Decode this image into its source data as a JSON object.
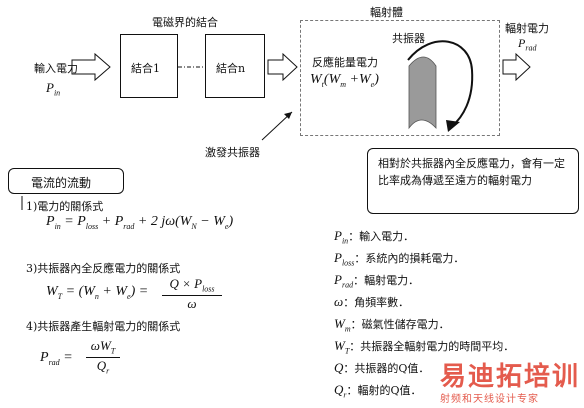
{
  "diagram": {
    "top_labels": {
      "coupling": "電磁界的結合",
      "radiator": "輻射體",
      "resonator": "共振器",
      "radiated_power": "輻射電力",
      "excitation": "激發共振器"
    },
    "input": {
      "label": "輸入電力",
      "symbol": "P",
      "sub": "in"
    },
    "blocks": {
      "coupling1": "結合1",
      "couplingN": "結合n"
    },
    "reactive": {
      "label": "反應能量電力",
      "expr_W": "W",
      "expr_sub_t": "t",
      "expr_Wm": "W",
      "expr_sub_m": "m",
      "expr_We": "W",
      "expr_sub_e": "e"
    },
    "output": {
      "symbol": "P",
      "sub": "rad"
    }
  },
  "current_flow": {
    "title": "電流的流動",
    "note": "相對於共振器內全反應電力，會有一定比率成為傳遞至遠方的輻射電力"
  },
  "equations": {
    "eq1_title": "1)電力的關係式",
    "eq3_title": "3)共振器內全反應電力的關係式",
    "eq4_title": "4)共振器產生輻射電力的關係式"
  },
  "legend": [
    {
      "sym": "P",
      "sub": "in",
      "desc": "：輸入電力．"
    },
    {
      "sym": "P",
      "sub": "loss",
      "desc": "：系統內的損耗電力．"
    },
    {
      "sym": "P",
      "sub": "rad",
      "desc": "：輻射電力．"
    },
    {
      "sym": "ω",
      "sub": "",
      "desc": "：角頻率數．"
    },
    {
      "sym": "W",
      "sub": "m",
      "desc": "：磁氣性儲存電力．"
    },
    {
      "sym": "W",
      "sub": "T",
      "desc": "：共振器全輻射電力的時間平均．"
    },
    {
      "sym": "Q",
      "sub": "",
      "desc": "：共振器的Q值．"
    },
    {
      "sym": "Q",
      "sub": "r",
      "desc": "：輻射的Q值．"
    }
  ],
  "watermark": {
    "main": "易迪拓培训",
    "sub": "射频和天线设计专家"
  },
  "colors": {
    "arrow_fill": "#ffffff",
    "stroke": "#111111",
    "watermark": "#e24a3a",
    "shade": "#9a9a9a"
  }
}
